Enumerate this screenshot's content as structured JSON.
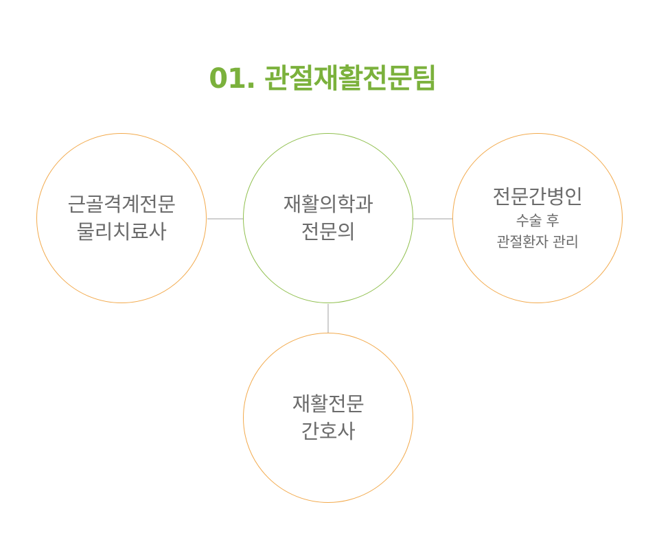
{
  "title": "01. 관절재활전문팀",
  "nodes": {
    "left": {
      "lines": [
        "근골격계전문",
        "물리치료사"
      ]
    },
    "center": {
      "lines": [
        "재활의학과",
        "전문의"
      ]
    },
    "right": {
      "lines": [
        "전문간병인"
      ],
      "sub_lines": [
        "수술 후",
        "관절환자 관리"
      ]
    },
    "bottom": {
      "lines": [
        "재활전문",
        "간호사"
      ]
    }
  },
  "colors": {
    "title": "#7bb13c",
    "center_border": "#8fbf4d",
    "outer_border": "#f2a94b",
    "connector": "#cfcfcf",
    "text": "#6b6b6b"
  }
}
